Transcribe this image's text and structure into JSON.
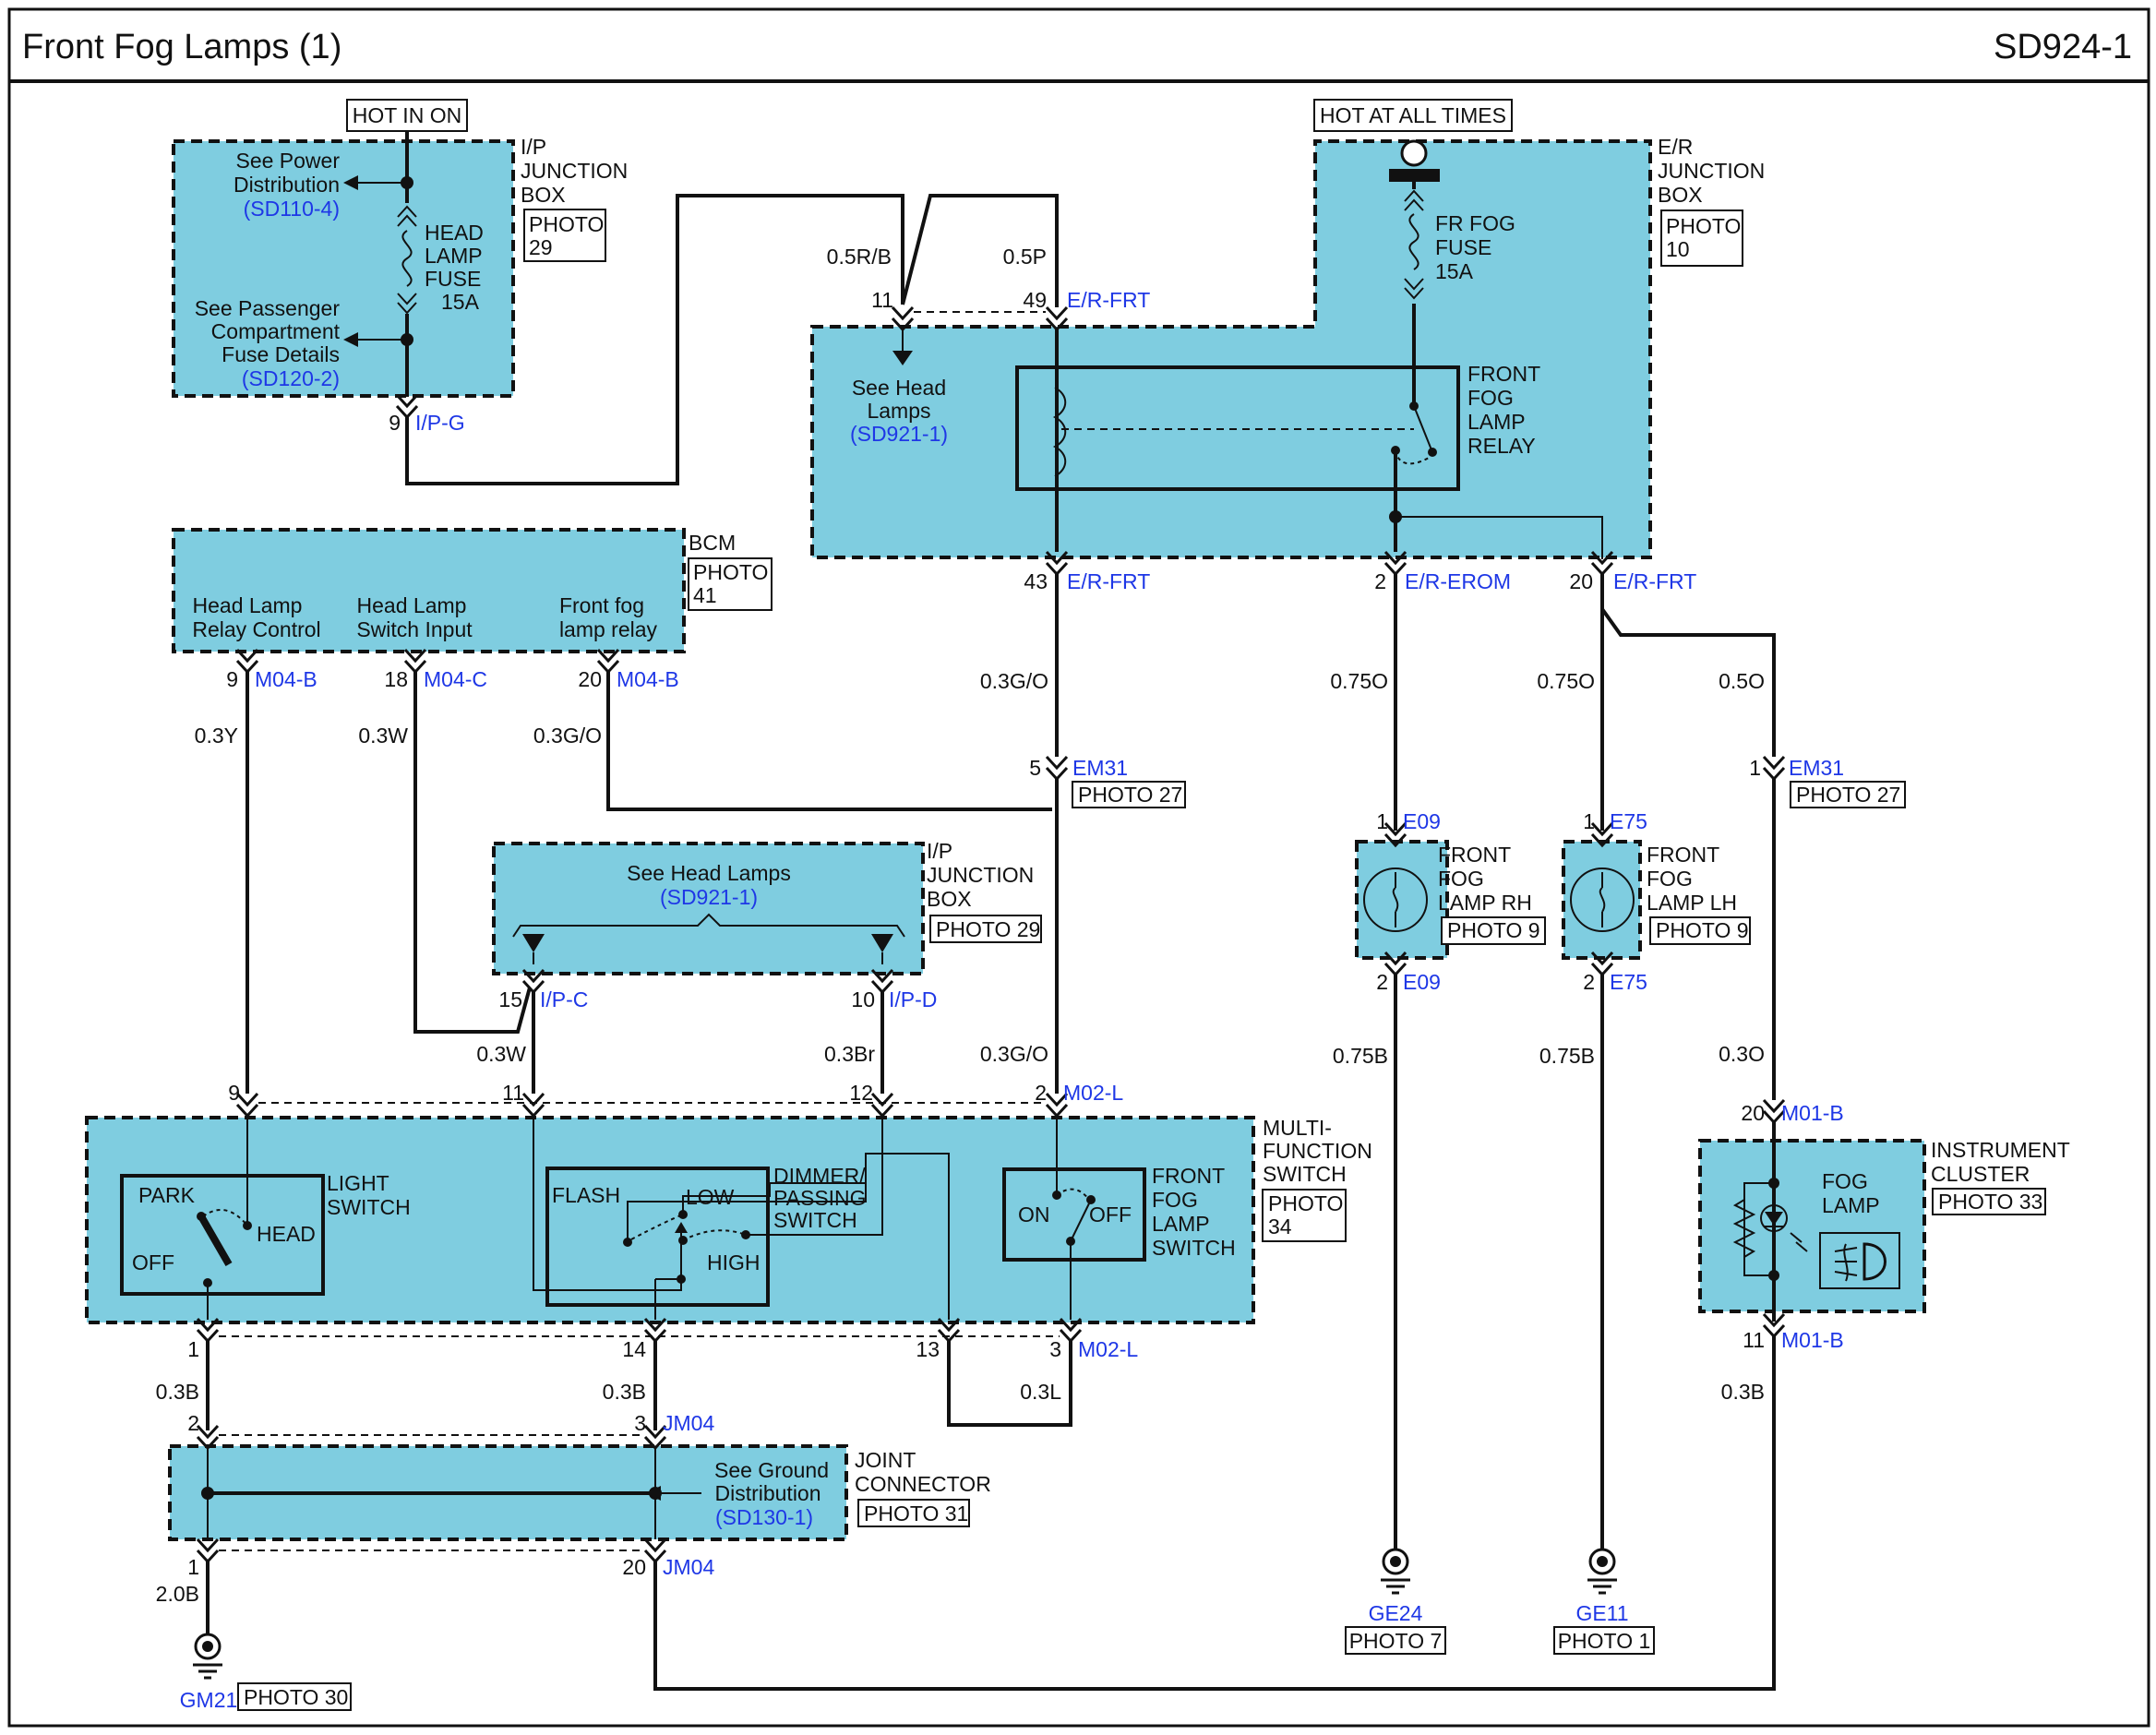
{
  "header": {
    "title": "Front Fog Lamps (1)",
    "code": "SD924-1"
  },
  "tags": {
    "hot_in_on": "HOT IN ON",
    "hot_at_all_times": "HOT AT ALL TIMES"
  },
  "ip_box_top": {
    "label": [
      "I/P",
      "JUNCTION",
      "BOX"
    ],
    "photo": [
      "PHOTO",
      "29"
    ],
    "power_ref": [
      "See Power",
      "Distribution"
    ],
    "power_ref_code": "(SD110-4)",
    "pass_ref": [
      "See Passenger",
      "Compartment",
      "Fuse Details"
    ],
    "pass_ref_code": "(SD120-2)",
    "fuse": [
      "HEAD",
      "LAMP",
      "FUSE",
      "15A"
    ],
    "pin": "9",
    "conn": "I/P-G"
  },
  "er_box": {
    "label": [
      "E/R",
      "JUNCTION",
      "BOX"
    ],
    "photo": [
      "PHOTO",
      "10"
    ],
    "fuse": [
      "FR FOG",
      "FUSE",
      "15A"
    ],
    "relay": [
      "FRONT",
      "FOG",
      "LAMP",
      "RELAY"
    ],
    "head_ref": [
      "See Head",
      "Lamps"
    ],
    "head_ref_code": "(SD921-1)",
    "pin11": "11",
    "pin49": "49",
    "conn49": "E/R-FRT",
    "wire_rb": "0.5R/B",
    "wire_p": "0.5P",
    "pin43": "43",
    "conn43": "E/R-FRT",
    "pin2": "2",
    "conn2": "E/R-EROM",
    "pin20": "20",
    "conn20": "E/R-FRT"
  },
  "bcm": {
    "label": "BCM",
    "photo": [
      "PHOTO",
      "41"
    ],
    "pin_labels": [
      [
        "Head Lamp",
        "Relay Control"
      ],
      [
        "Head Lamp",
        "Switch Input"
      ],
      [
        "Front fog",
        "lamp relay"
      ]
    ],
    "pins": [
      "9",
      "18",
      "20"
    ],
    "conns": [
      "M04-B",
      "M04-C",
      "M04-B"
    ],
    "wires": [
      "0.3Y",
      "0.3W",
      "0.3G/O"
    ]
  },
  "wires_mid": {
    "g_o_1": "0.3G/O",
    "em31_pin": "5",
    "em31_conn": "EM31",
    "em31_photo": "PHOTO 27",
    "o_rh": "0.75O",
    "o_lh": "0.75O",
    "o_ic": "0.5O",
    "em31b_pin": "1",
    "em31b_conn": "EM31",
    "em31b_photo": "PHOTO 27"
  },
  "ip_box_mid": {
    "ref": "See Head Lamps",
    "ref_code": "(SD921-1)",
    "label": [
      "I/P",
      "JUNCTION",
      "BOX"
    ],
    "photo": "PHOTO 29",
    "pin15": "15",
    "conn15": "I/P-C",
    "pin10": "10",
    "conn10": "I/P-D"
  },
  "lamp_rh": {
    "label": [
      "FRONT",
      "FOG",
      "LAMP RH"
    ],
    "photo": "PHOTO 9",
    "pin_top": "1",
    "conn_top": "E09",
    "pin_bot": "2",
    "conn_bot": "E09",
    "wire_bot": "0.75B",
    "ground": "GE24",
    "ground_photo": "PHOTO 7"
  },
  "lamp_lh": {
    "label": [
      "FRONT",
      "FOG",
      "LAMP LH"
    ],
    "photo": "PHOTO 9",
    "pin_top": "1",
    "conn_top": "E75",
    "pin_bot": "2",
    "conn_bot": "E75",
    "wire_bot": "0.75B",
    "ground": "GE11",
    "ground_photo": "PHOTO 1"
  },
  "mfs": {
    "label": [
      "MULTI-",
      "FUNCTION",
      "SWITCH"
    ],
    "photo": [
      "PHOTO",
      "34"
    ],
    "wire_w": "0.3W",
    "wire_br": "0.3Br",
    "wire_go": "0.3G/O",
    "top_pins": [
      "9",
      "11",
      "12",
      "2"
    ],
    "top_conn": "M02-L",
    "light_switch": [
      "LIGHT",
      "SWITCH"
    ],
    "park": "PARK",
    "head": "HEAD",
    "off": "OFF",
    "flash": "FLASH",
    "low": "LOW",
    "high": "HIGH",
    "dimmer": [
      "DIMMER/",
      "PASSING",
      "SWITCH"
    ],
    "on": "ON",
    "off2": "OFF",
    "fog_switch": [
      "FRONT",
      "FOG",
      "LAMP",
      "SWITCH"
    ],
    "bot_pins": [
      "1",
      "14",
      "13",
      "3"
    ],
    "bot_conn": "M02-L",
    "wire_l": "0.3L"
  },
  "instrument": {
    "label": [
      "INSTRUMENT",
      "CLUSTER"
    ],
    "photo": "PHOTO 33",
    "lamp": [
      "FOG",
      "LAMP"
    ],
    "wire_top": "0.3O",
    "pin_top": "20",
    "conn_top": "M01-B",
    "pin_bot": "11",
    "conn_bot": "M01-B",
    "wire_bot": "0.3B"
  },
  "joint": {
    "label": [
      "JOINT",
      "CONNECTOR"
    ],
    "photo": "PHOTO 31",
    "ref": [
      "See Ground",
      "Distribution"
    ],
    "ref_code": "(SD130-1)",
    "wire1": "0.3B",
    "wire2": "0.3B",
    "pin_a": "2",
    "pin_b": "3",
    "conn_b": "JM04",
    "pin_c": "1",
    "pin_d": "20",
    "conn_d": "JM04",
    "wire_c": "2.0B"
  },
  "ground_main": {
    "name": "GM21",
    "photo": "PHOTO 30"
  }
}
